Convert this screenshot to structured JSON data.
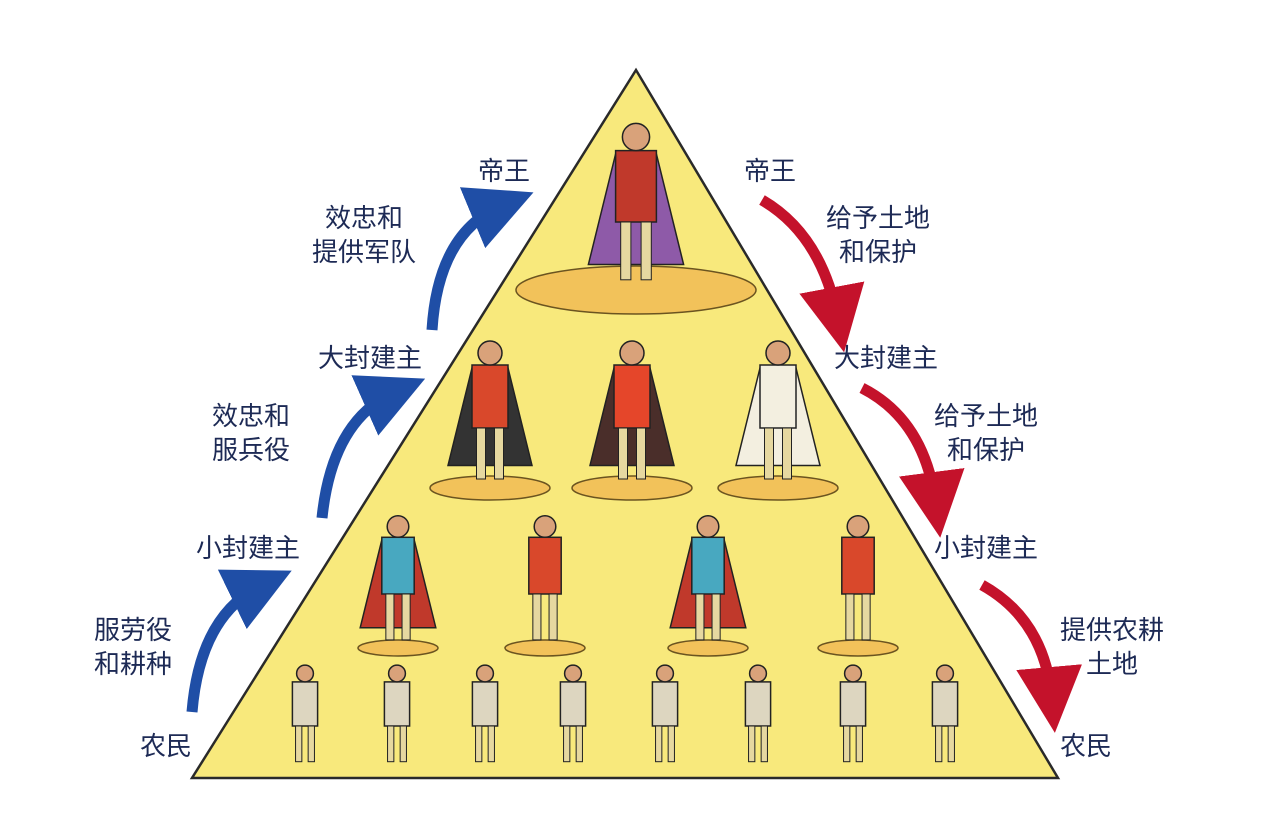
{
  "left": {
    "emperor": "帝王",
    "duty1": [
      "效忠和",
      "提供军队"
    ],
    "great_lord": "大封建主",
    "duty2": [
      "效忠和",
      "服兵役"
    ],
    "lesser_lord": "小封建主",
    "duty3": [
      "服劳役",
      "和耕种"
    ],
    "peasant": "农民"
  },
  "right": {
    "emperor": "帝王",
    "grant1": [
      "给予土地",
      "和保护"
    ],
    "great_lord": "大封建主",
    "grant2": [
      "给予土地",
      "和保护"
    ],
    "lesser_lord": "小封建主",
    "grant3": [
      "提供农耕",
      "土地"
    ],
    "peasant": "农民"
  },
  "colors": {
    "pyramid": "#f8e97c",
    "up_arrow": "#1f4ea6",
    "down_arrow": "#c4122b",
    "text": "#1d2a55"
  }
}
